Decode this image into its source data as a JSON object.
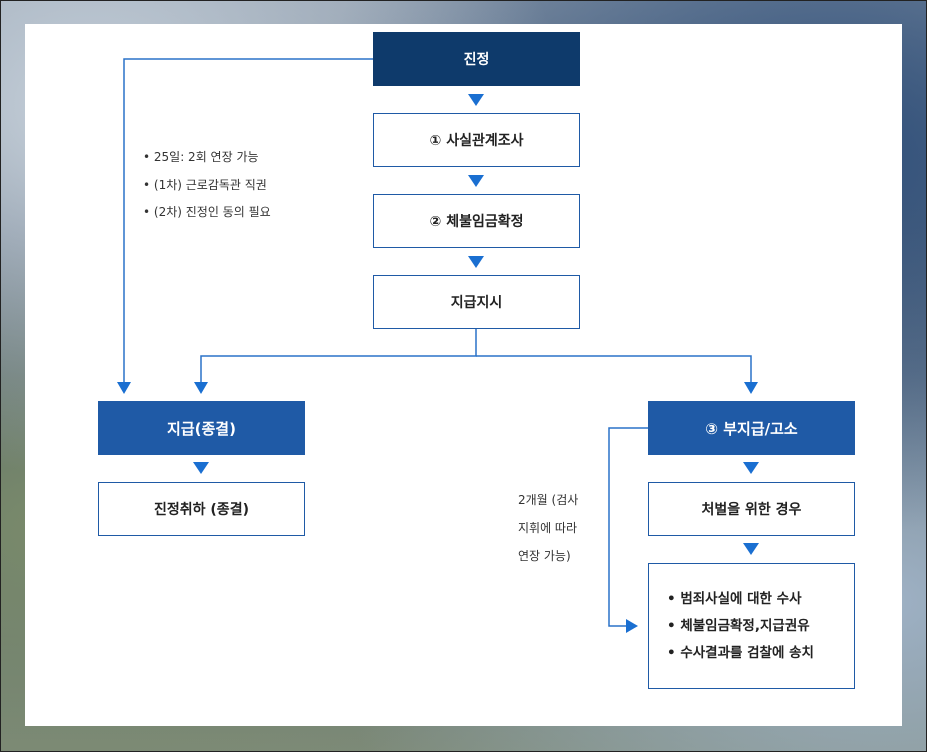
{
  "colors": {
    "navy": "#0e3a6b",
    "blue": "#1f5aa6",
    "line": "#2a72c8",
    "arrow": "#1a6fd1"
  },
  "nodes": {
    "petition": "진정",
    "fact_investigation": "① 사실관계조사",
    "unpaid_wage_confirm": "② 체불임금확정",
    "payment_order": "지급지시",
    "paid_closed": "지급(종결)",
    "withdrawal_closed": "진정취하 (종결)",
    "nonpayment_complaint": "③ 부지급/고소",
    "for_punishment": "처벌을 위한 경우"
  },
  "notes_left": [
    "• 25일: 2회 연장 가능",
    "• (1차) 근로감독관 직권",
    "• (2차) 진정인 동의 필요"
  ],
  "notes_right": [
    "2개월 (검사",
    "지휘에 따라",
    "연장 가능)"
  ],
  "final_list": [
    "• 범죄사실에 대한 수사",
    "• 체불임금확정,지급권유",
    "• 수사결과를 검찰에 송치"
  ]
}
